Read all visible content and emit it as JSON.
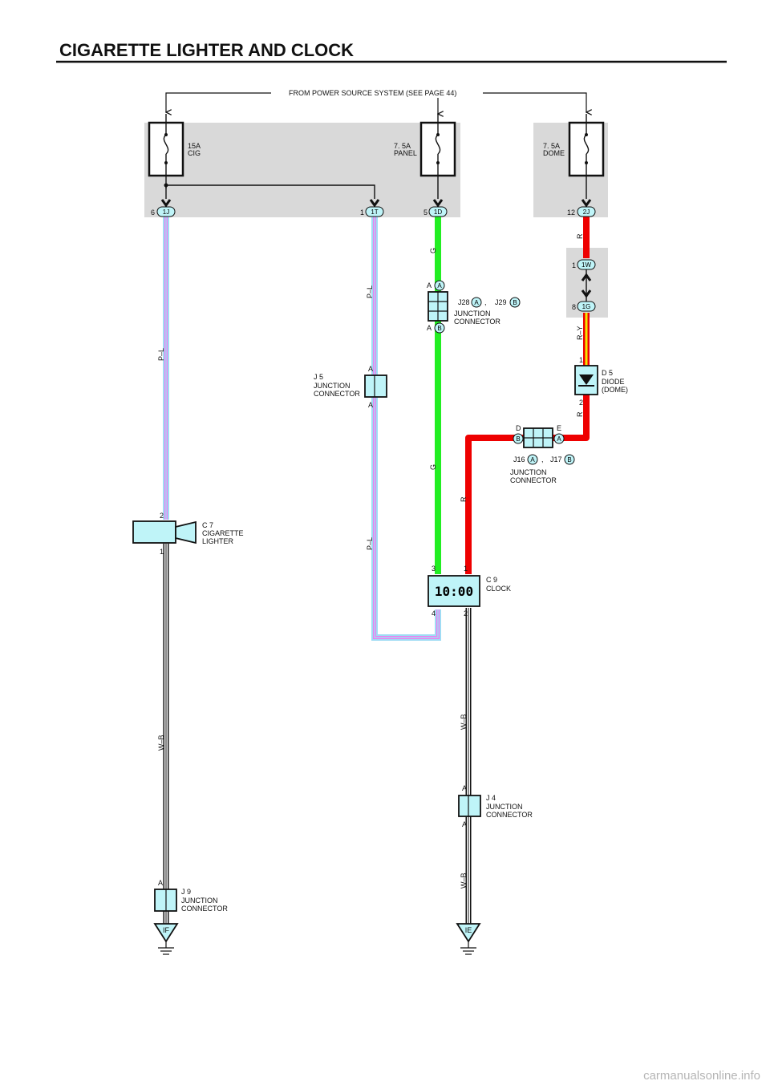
{
  "title": "CIGARETTE LIGHTER AND CLOCK",
  "power_source": "FROM POWER SOURCE SYSTEM (SEE PAGE 44)",
  "fuses": {
    "cig": {
      "amp": "15A",
      "name": "CIG"
    },
    "panel": {
      "amp": "7. 5A",
      "name": "PANEL"
    },
    "dome": {
      "amp": "7. 5A",
      "name": "DOME"
    }
  },
  "connectors": {
    "c1j": {
      "pin": "6",
      "id": "1J"
    },
    "c1t": {
      "pin": "1",
      "id": "1T"
    },
    "c1d": {
      "pin": "5",
      "id": "1D"
    },
    "c2j": {
      "pin": "12",
      "id": "2J"
    },
    "c1w": {
      "pin": "1",
      "id": "1W"
    },
    "c1g": {
      "pin": "8",
      "id": "1G"
    }
  },
  "wires": {
    "pl": "P–L",
    "g": "G",
    "r": "R",
    "ry": "R–Y",
    "wb": "W–B"
  },
  "components": {
    "j28_29": {
      "ids": [
        "J28",
        "J29"
      ],
      "letters": [
        "A",
        "B"
      ],
      "desc1": "JUNCTION",
      "desc2": "CONNECTOR",
      "pin_a": "A",
      "pin_b": "A"
    },
    "j5": {
      "id": "J 5",
      "desc1": "JUNCTION",
      "desc2": "CONNECTOR",
      "pin_top": "A",
      "pin_bot": "A"
    },
    "d5": {
      "id": "D 5",
      "desc1": "DIODE",
      "desc2": "(DOME)",
      "pin1": "1",
      "pin2": "2"
    },
    "j16_17": {
      "ids": [
        "J16",
        "J17"
      ],
      "letters": [
        "A",
        "B"
      ],
      "desc1": "JUNCTION",
      "desc2": "CONNECTOR",
      "pin_d": "D",
      "pin_e": "E",
      "sym_b": "B",
      "sym_a": "A"
    },
    "c7": {
      "id": "C 7",
      "desc1": "CIGARETTE",
      "desc2": "LIGHTER",
      "pin2": "2",
      "pin1": "1"
    },
    "c9": {
      "id": "C 9",
      "desc1": "CLOCK",
      "display": "10:00",
      "pin3": "3",
      "pin1": "1",
      "pin4": "4",
      "pin2": "2"
    },
    "j4": {
      "id": "J 4",
      "desc1": "JUNCTION",
      "desc2": "CONNECTOR",
      "pin_top": "A",
      "pin_bot": "A"
    },
    "j9": {
      "id": "J 9",
      "desc1": "JUNCTION",
      "desc2": "CONNECTOR",
      "pin_top": "A"
    }
  },
  "grounds": {
    "left": "IF",
    "right": "IE"
  },
  "watermark": "carmanualsonline.info",
  "colors": {
    "pink": "#f07cf0",
    "lightblue": "#9fdcf4",
    "green": "#22ee22",
    "red": "#ee0000",
    "yellow": "#f2e600",
    "component_fill": "#bff4f8",
    "junction_bg": "#d9d9d9"
  }
}
